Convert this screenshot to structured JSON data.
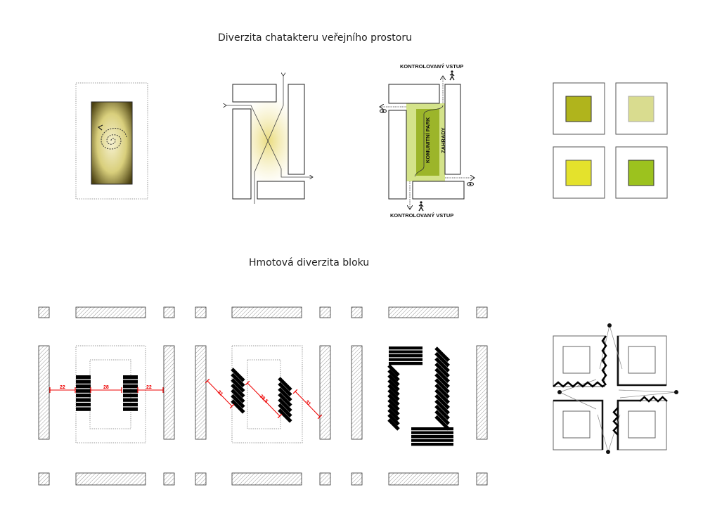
{
  "titles": {
    "top": "Diverzita chatakteru veřejního prostoru",
    "bottom": "Hmotová diverzita bloku"
  },
  "diagram_controlled": {
    "entry_top": "KONTROLOVANÝ VSTUP",
    "entry_bottom": "KONTROLOVANÝ VSTUP",
    "park": "KOMUNITNÍ PARK",
    "gardens": "ZAHRADY"
  },
  "colors": {
    "square_1": "#b0b41c",
    "square_2": "#d9dc8f",
    "square_3": "#e4e22c",
    "square_4": "#9cc21e",
    "park_light": "#d4e38a",
    "park_dark": "#9cb52a",
    "dimension": "#e00000"
  },
  "dimensions": {
    "panel1": [
      "22",
      "28",
      "22"
    ],
    "panel2": [
      "31",
      "38,5",
      "31"
    ]
  }
}
